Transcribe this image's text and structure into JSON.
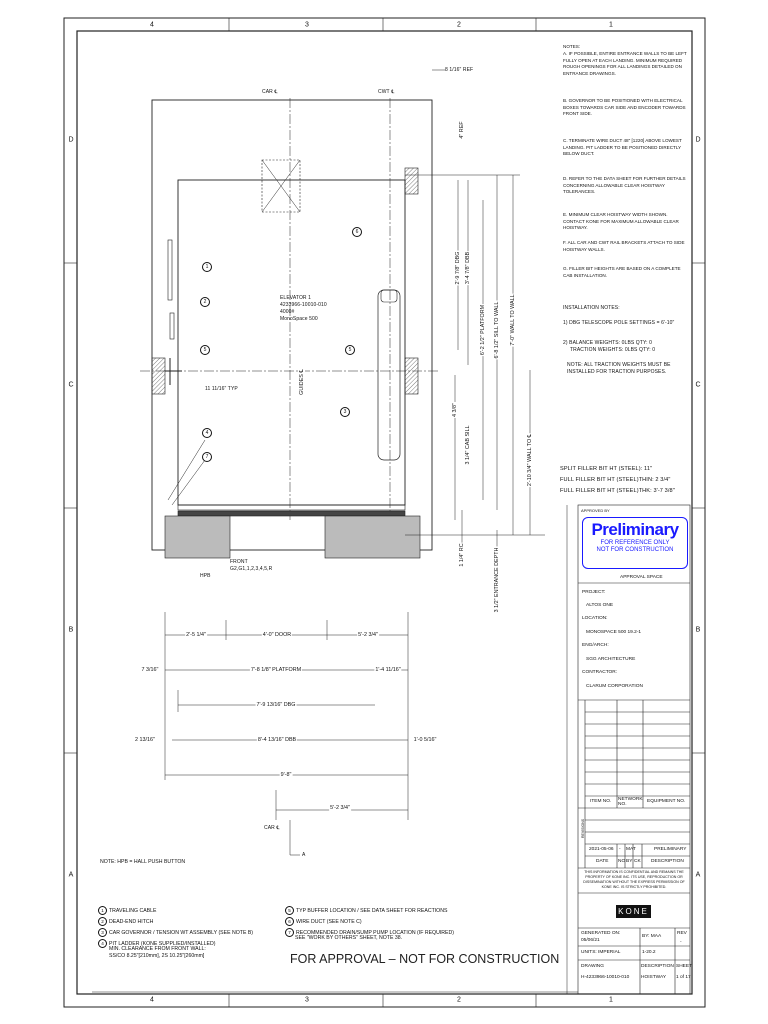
{
  "zones": {
    "columns": [
      "4",
      "3",
      "2",
      "1"
    ],
    "rows": [
      "D",
      "C",
      "B",
      "A"
    ]
  },
  "notes": {
    "title": "NOTES:",
    "items": [
      "A. IF POSSIBLE, ENTIRE ENTRANCE WALLS TO BE LEFT FULLY OPEN AT EACH LANDING. MINIMUM REQUIRED ROUGH OPENINGS FOR ALL LANDINGS DETAILED ON ENTRANCE DRAWINGS.",
      "B. GOVERNOR TO BE POSITIONED WITH ELECTRICAL BOXES TOWARDS CAR SIDE AND ENCODER TOWARDS FRONT SIDE.",
      "C. TERMINATE WIRE DUCT 48\" [1220] ABOVE LOWEST LANDING. PIT LADDER TO BE POSITIONED DIRECTLY BELOW DUCT.",
      "D. REFER TO THE DATA SHEET FOR FURTHER DETAILS CONCERNING ALLOWABLE CLEAR HOISTWAY TOLERANCES.",
      "E. MINIMUM CLEAR HOISTWAY WIDTH SHOWN. CONTACT KONE FOR MAXIMUM ALLOWABLE CLEAR HOISTWAY.",
      "F. ALL CAR AND CWT RAIL BRACKETS ATTACH TO SIDE HOISTWAY WALLS.",
      "G. FILLER BIT HEIGHTS ARE BASED ON A COMPLETE CAB INSTALLATION."
    ]
  },
  "installation_notes": {
    "title": "INSTALLATION NOTES:",
    "items": [
      "1) DBG TELESCOPE POLE SETTINGS = 6'-10\"",
      "2) BALANCE WEIGHTS: 0LBS   QTY: 0",
      "TRACTION WEIGHTS: 0LBS   QTY: 0",
      "NOTE: ALL TRACTION WEIGHTS MUST BE",
      "INSTALLED FOR TRACTION PURPOSES."
    ]
  },
  "filler": [
    "SPLIT FILLER BIT HT (STEEL): 11\"",
    "FULL FILLER BIT HT (STEEL)THIN: 2 3/4\"",
    "FULL FILLER BIT HT (STEEL)THK: 3'-7 3/8\""
  ],
  "title_block": {
    "approved_by": "APPROVED BY",
    "stamp": {
      "title": "Preliminary",
      "line1": "FOR REFERENCE ONLY",
      "line2": "NOT FOR CONSTRUCTION",
      "color": "#1a1aff"
    },
    "approval_space": "APPROVAL SPACE",
    "project_label": "PROJECT:",
    "project": "ALTOS ONE",
    "location_label": "LOCATION:",
    "location": "MONOSPACE 500 19.2-1",
    "eng_label": "ENG/ARCH:",
    "eng": "SGG ARCHITECTURE",
    "contractor_label": "CONTRACTOR:",
    "contractor": "CLARUM CORPORATION",
    "item_headers": [
      "ITEM NO.",
      "NETWORK NO.",
      "EQUIPMENT NO."
    ],
    "revisions_label": "REVISIONS",
    "revision": {
      "date": "2021-05-06",
      "no": "-",
      "by": "MAT",
      "ck": "",
      "description": "PRELIMINARY"
    },
    "revision_headers": [
      "DATE",
      "NO",
      "BY",
      "CK",
      "DESCRIPTION"
    ],
    "confidential": "THIS INFORMATION IS CONFIDENTIAL AND REMAINS THE PROPERTY OF KONE INC. ITS USE, REPRODUCTION OR DISSEMINATION WITHOUT THE EXPRESS PERMISSION OF KONE INC. IS STRICTLY PROHIBITED.",
    "logo": "KONE",
    "generated": "GENERATED ON: 05/06/21",
    "by": "BY: MAA",
    "rev_label": "REV",
    "rev": "-",
    "units": "UNITS: IMPERIAL",
    "version": "1-20.2",
    "drawing_label": "DRAWING",
    "drawing": "H-4233966-10010-010",
    "description_label": "DESCRIPTION",
    "description": "HOISTWAY",
    "sheet_label": "SHEET",
    "sheet": "1 of 17"
  },
  "drawing": {
    "car_cl_top": "CAR ℄",
    "cwt_cl": "CWT ℄",
    "ref_8": "8 1/16\" REF",
    "ref_4": "4\" REF",
    "elevator": [
      "ELEVATOR 1",
      "4233966-10010-010",
      "4000#",
      "MonoSpace 500"
    ],
    "guides": "GUIDES ℄",
    "typ": "11 11/16\" TYP",
    "front": "FRONT",
    "floors": "G2,G1,1,2,3,4,5,R",
    "hpb": "HPB",
    "car_cl_bottom": "CAR ℄",
    "section": "A",
    "callouts": [
      "1",
      "2",
      "5",
      "5",
      "6",
      "3",
      "4",
      "7"
    ],
    "horizontal_dims": {
      "row1": [
        "2'-5 1/4\"",
        "4'-0\" DOOR",
        "5'-2 3/4\""
      ],
      "row2": [
        "7 3/16\"",
        "7'-8 1/8\" PLATFORM",
        "1'-4 11/16\""
      ],
      "row3": [
        "7'-9 13/16\" DBG"
      ],
      "row4": [
        "2 13/16\"",
        "8'-4 13/16\" DBB",
        "1'-0 5/16\""
      ],
      "row5": [
        "9'-8\""
      ],
      "row6": [
        "5'-2 3/4\""
      ]
    },
    "vertical_dims": [
      "2'-9 7/8\" DBG",
      "3'-4 7/8\" DBB",
      "4 3/8\"",
      "3 1/4\" CAB SILL",
      "6'-2 1/2\" PLATFORM",
      "6'-8 1/2\" SILL TO WALL",
      "7'-0\" WALL TO WALL",
      "2'-10 3/4\" WALL TO ℄",
      "1 1/4\" RC",
      "3 1/2\" ENTRANCE DEPTH"
    ]
  },
  "hpb_note": "NOTE: HPB = HALL PUSH BUTTON",
  "legend": [
    {
      "num": "1",
      "text": "TRAVELING CABLE"
    },
    {
      "num": "2",
      "text": "DEAD-END HITCH"
    },
    {
      "num": "3",
      "text": "CAR GOVERNOR / TENSION WT ASSEMBLY (SEE NOTE B)"
    },
    {
      "num": "4",
      "text": "PIT LADDER (KONE SUPPLIED/INSTALLED)",
      "extra": [
        "MIN. CLEARANCE FROM FRONT WALL:",
        "SS/CO 8.25\"[210mm], 2S 10.25\"[260mm]"
      ]
    },
    {
      "num": "5",
      "text": "TYP BUFFER LOCATION / SEE DATA SHEET FOR REACTIONS"
    },
    {
      "num": "6",
      "text": "WIRE DUCT (SEE NOTE C)"
    },
    {
      "num": "7",
      "text": "RECOMMENDED DRAIN/SUMP PUMP LOCATION (IF REQUIRED)",
      "extra": [
        "SEE \"WORK BY OTHERS\" SHEET, NOTE 38."
      ]
    }
  ],
  "footer": "FOR APPROVAL – NOT FOR CONSTRUCTION"
}
